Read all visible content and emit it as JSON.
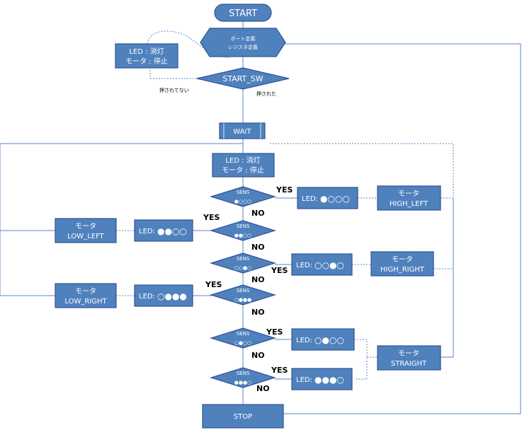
{
  "nodes": {
    "start": "START",
    "init_line1": "ポート定義",
    "init_line2": "レジスタ定義",
    "idle_line1": "LED : 消灯",
    "idle_line2": "モータ : 停止",
    "start_sw": "START_SW",
    "wait": "WAIT",
    "reset_line1": "LED : 消灯",
    "reset_line2": "モータ : 停止",
    "sens": "SENS",
    "led_label": "LED:",
    "motor": "モータ",
    "high_left": "HIGH_LEFT",
    "low_left": "LOW_LEFT",
    "high_right": "HIGH_RIGHT",
    "low_right": "LOW_RIGHT",
    "straight": "STRAIGHT",
    "stop": "STOP"
  },
  "labels": {
    "not_pressed": "押されてない",
    "pressed": "押された",
    "yes": "YES",
    "no": "NO"
  },
  "patterns": {
    "d1": "●○○○",
    "d2": "●●○○",
    "d3": "○○●○",
    "d4": "○●●●",
    "d5": "○●○○",
    "d6": "●●●○",
    "led_hl": "●○○○",
    "led_ll": "●●○○",
    "led_hr": "○○●○",
    "led_lr": "○●●●",
    "led_s1": "○●○○",
    "led_s2": "●●●○"
  },
  "colors": {
    "box": "#4f81bd",
    "border": "#2f5597",
    "line": "#5b87c5"
  }
}
